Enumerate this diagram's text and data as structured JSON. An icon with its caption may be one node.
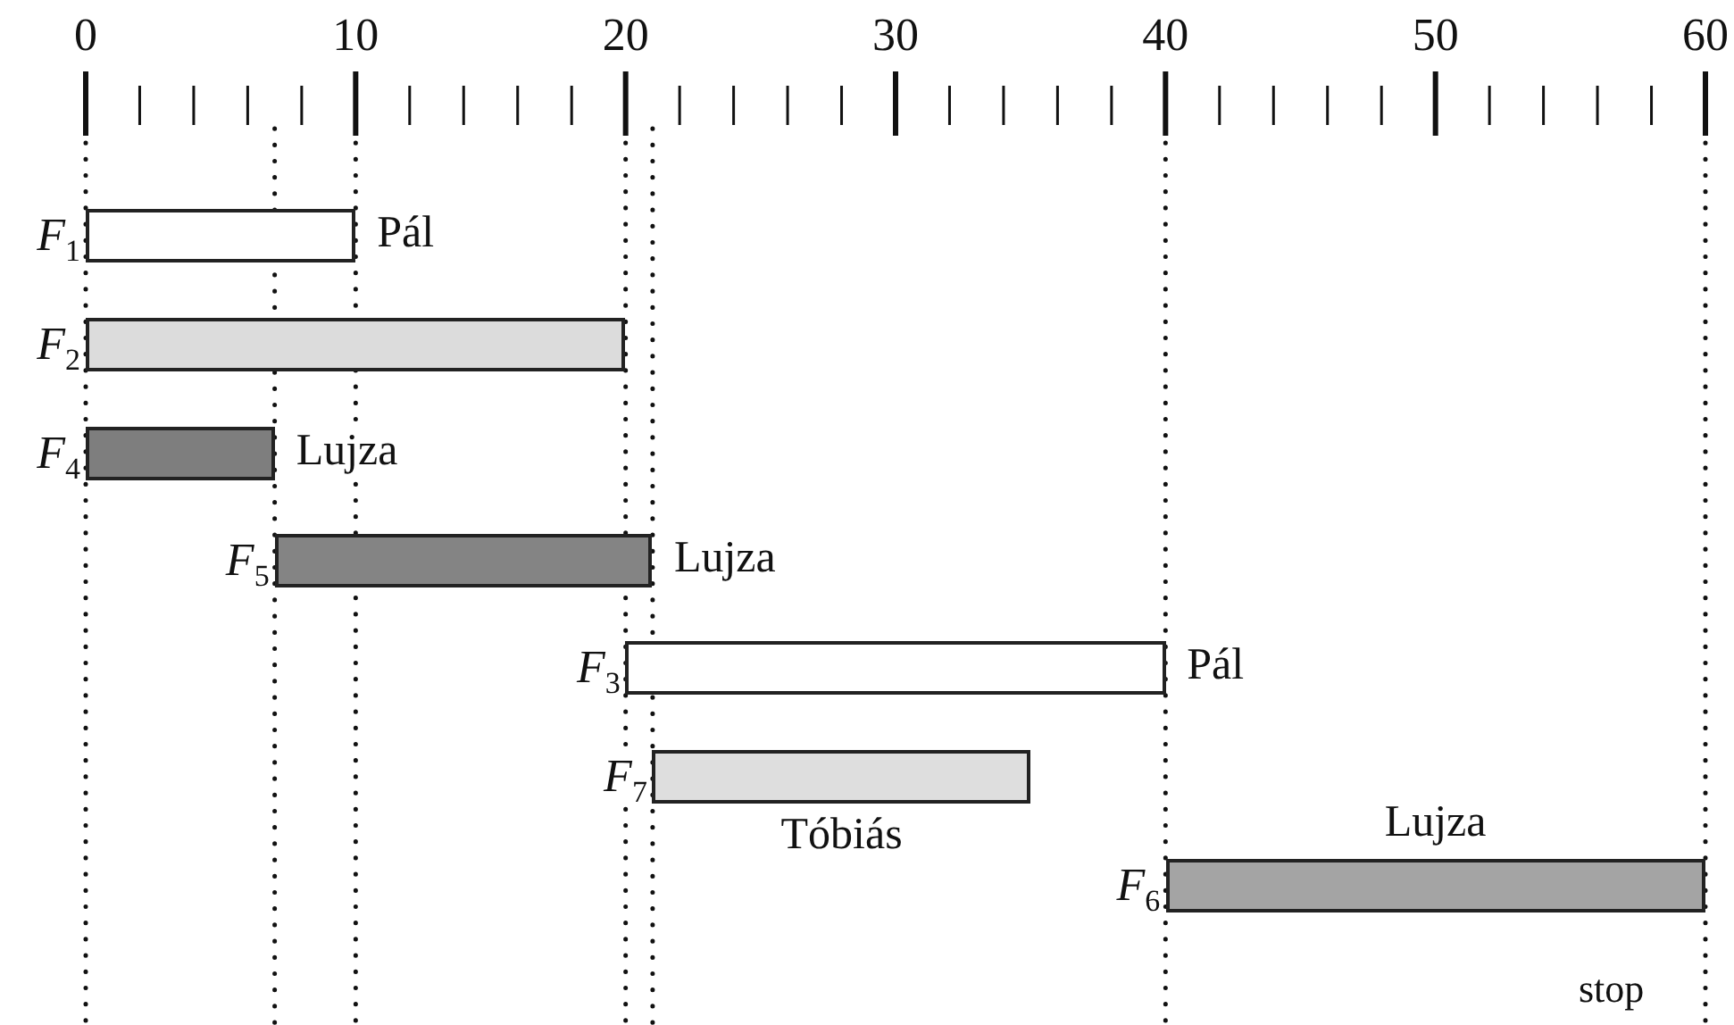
{
  "diagram": {
    "nodes": [
      {
        "text": [
          "*F*$_{1}$"
        ],
        "beside": [
          "Pál"
        ]
      },
      {
        "text": [
          "*F*$_{2}$"
        ]
      },
      {
        "text": [
          "*F*$_{4}$"
        ],
        "beside": [
          "Lujza"
        ]
      },
      {
        "text": [
          "*F*$_{5}$"
        ],
        "beside": [
          "Lujza"
        ]
      },
      {
        "text": [
          "*F*$_{3}$"
        ],
        "beside": [
          "Pál"
        ]
      },
      {
        "text": [
          "*F*$_{7}$"
        ],
        "beside": [
          "Tóbiás"
        ]
      },
      {
        "text": [
          "*F*$_{6}$"
        ],
        "beside": [
          "Lujza"
        ]
      }
    ],
    "edges": [],
    "labels": [
      "0",
      "10",
      "20",
      "30",
      "40",
      "50",
      "60",
      "stop"
    ]
  }
}
